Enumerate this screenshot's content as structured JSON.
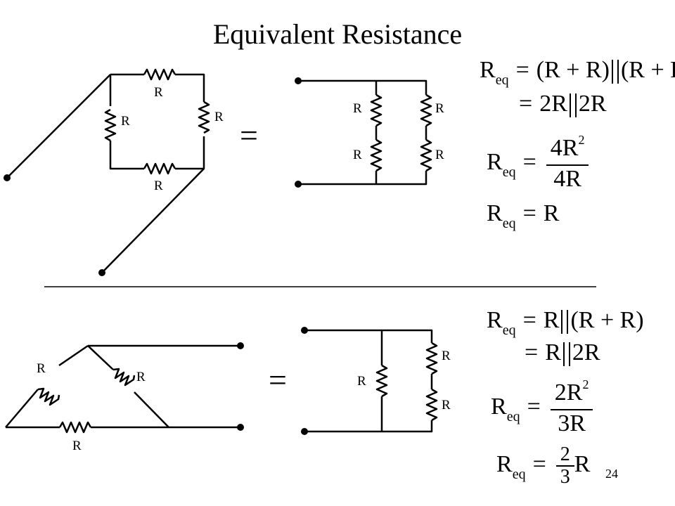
{
  "title": "Equivalent Resistance",
  "page_number": "24",
  "equals_sign": "=",
  "resistor_label": "R",
  "top": {
    "line1": {
      "lhs": "R",
      "sub": "eq",
      "rhs_a": "(R + R)",
      "rhs_b": "(R + R)"
    },
    "line2": {
      "a": "2R",
      "b": "2R"
    },
    "line3": {
      "lhs": "R",
      "sub": "eq",
      "num": "4R",
      "num_sup": "2",
      "den": "4R"
    },
    "line4": {
      "lhs": "R",
      "sub": "eq",
      "rhs": "R"
    }
  },
  "bottom": {
    "line1": {
      "lhs": "R",
      "sub": "eq",
      "rhs_a": "R",
      "rhs_b": "(R + R)"
    },
    "line2": {
      "a": "R",
      "b": "2R"
    },
    "line3": {
      "lhs": "R",
      "sub": "eq",
      "num": "2R",
      "num_sup": "2",
      "den": "3R"
    },
    "line4": {
      "lhs": "R",
      "sub": "eq",
      "num": "2",
      "den": "3",
      "rhs": "R"
    }
  }
}
